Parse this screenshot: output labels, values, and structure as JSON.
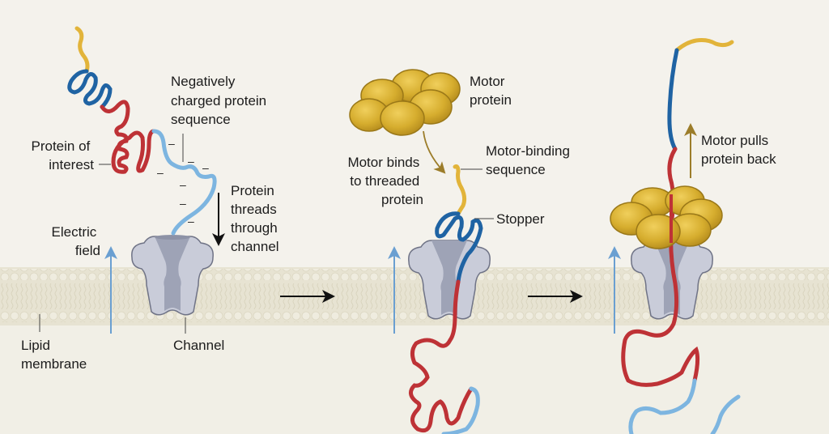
{
  "colors": {
    "background": "#f4f2ec",
    "membrane": "#e7e3d2",
    "membrane_head": "#eeebdd",
    "channel_light": "#c9ccd9",
    "channel_dark": "#9ea3b6",
    "channel_stroke": "#6f7386",
    "motor": "#d6ad2e",
    "motor_stroke": "#9a7818",
    "tag_yellow": "#e2b43a",
    "stopper_blue": "#1f63a3",
    "protein_red": "#be3236",
    "charged_lightblue": "#7db5e0",
    "field_arrow": "#6a9fd1",
    "motor_arrow": "#9c7d2a",
    "text": "#1c1c1c"
  },
  "panel1": {
    "protein_of_interest": [
      "Protein of",
      "interest"
    ],
    "negatively_charged": [
      "Negatively",
      "charged protein",
      "sequence"
    ],
    "threads": [
      "Protein",
      "threads",
      "through",
      "channel"
    ],
    "electric_field": [
      "Electric",
      "field"
    ],
    "lipid_membrane": [
      "Lipid",
      "membrane"
    ],
    "channel": "Channel",
    "charge_symbol": "–"
  },
  "panel2": {
    "motor_protein": [
      "Motor",
      "protein"
    ],
    "motor_binds": [
      "Motor binds",
      "to threaded",
      "protein"
    ],
    "motor_binding_sequence": [
      "Motor-binding",
      "sequence"
    ],
    "stopper": "Stopper"
  },
  "panel3": {
    "motor_pulls": [
      "Motor pulls",
      "protein back"
    ]
  }
}
